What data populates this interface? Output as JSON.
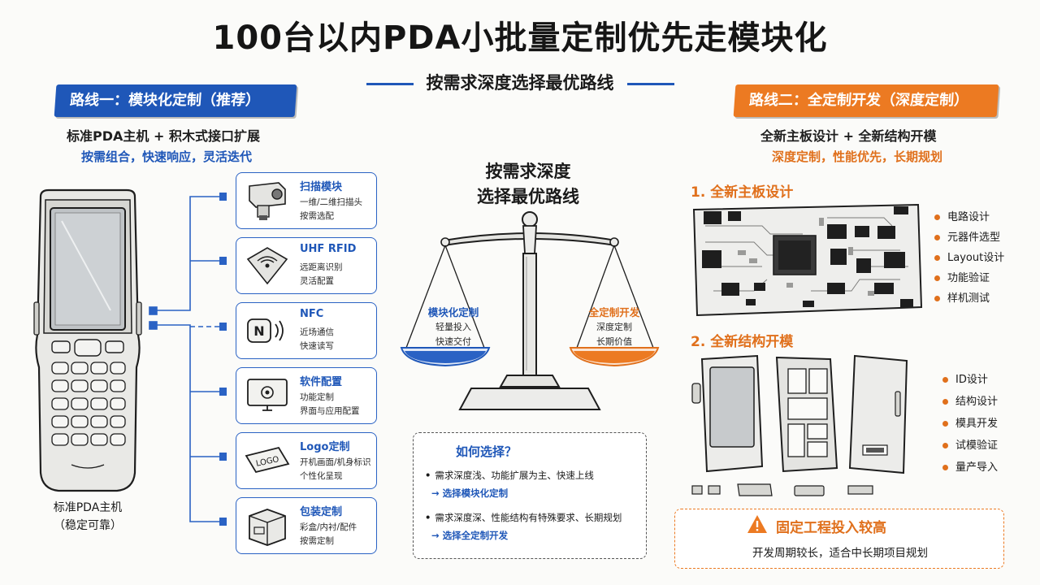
{
  "title": "100台以内PDA小批量定制优先走模块化",
  "subtitle": "按需求深度选择最优路线",
  "route1": {
    "banner": "路线一：模块化定制（推荐）",
    "heading": "标准PDA主机 + 积木式接口扩展",
    "tagline": "按需组合，快速响应，灵活迭代",
    "device_caption_line1": "标准PDA主机",
    "device_caption_line2": "（稳定可靠）",
    "modules": [
      {
        "title": "扫描模块",
        "desc1": "一维/二维扫描头",
        "desc2": "按需选配",
        "icon": "scanner-icon"
      },
      {
        "title": "UHF RFID",
        "desc1": "远距离识别",
        "desc2": "灵活配置",
        "icon": "rfid-icon"
      },
      {
        "title": "NFC",
        "desc1": "近场通信",
        "desc2": "快速读写",
        "icon": "nfc-icon"
      },
      {
        "title": "软件配置",
        "desc1": "功能定制",
        "desc2": "界面与应用配置",
        "icon": "software-config-icon"
      },
      {
        "title": "Logo定制",
        "desc1": "开机画面/机身标识",
        "desc2": "个性化呈现",
        "icon": "logo-icon",
        "icon_text": "LOGO"
      },
      {
        "title": "包装定制",
        "desc1": "彩盒/内衬/配件",
        "desc2": "按需定制",
        "icon": "package-icon"
      }
    ]
  },
  "center": {
    "title_line1": "按需求深度",
    "title_line2": "选择最优路线",
    "left_pan": {
      "label": "模块化定制",
      "desc1": "轻量投入",
      "desc2": "快速交付"
    },
    "right_pan": {
      "label": "全定制开发",
      "desc1": "深度定制",
      "desc2": "长期价值"
    },
    "howto": {
      "title": "如何选择？",
      "item1": "需求深度浅、功能扩展为主、快速上线",
      "item1_result": "→ 选择模块化定制",
      "item2": "需求深度深、性能结构有特殊要求、长期规划",
      "item2_result": "→ 选择全定制开发"
    }
  },
  "route2": {
    "banner": "路线二：全定制开发（深度定制）",
    "heading": "全新主板设计 + 全新结构开模",
    "tagline": "深度定制，性能优先，长期规划",
    "section1": {
      "title": "1. 全新主板设计",
      "items": [
        "电路设计",
        "元器件选型",
        "Layout设计",
        "功能验证",
        "样机测试"
      ]
    },
    "section2": {
      "title": "2. 全新结构开模",
      "items": [
        "ID设计",
        "结构设计",
        "模具开发",
        "试模验证",
        "量产导入"
      ]
    },
    "cost_title": "固定工程投入较高",
    "cost_desc": "开发周期较长，适合中长期项目规划"
  },
  "colors": {
    "blue": "#1f57b8",
    "orange": "#ec7a22"
  }
}
